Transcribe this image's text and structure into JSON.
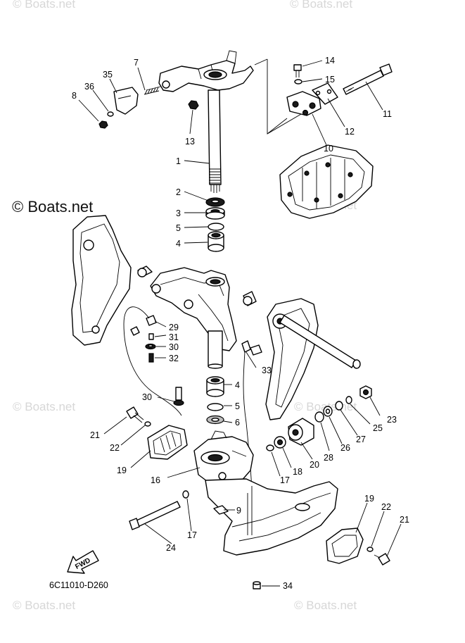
{
  "watermarks": {
    "main": "© Boats.net",
    "faint": "© Boats.net"
  },
  "diagram": {
    "reference_code": "6C11010-D260",
    "fwd_label": "FWD"
  },
  "callouts": [
    {
      "id": "c1",
      "label": "1"
    },
    {
      "id": "c2",
      "label": "2"
    },
    {
      "id": "c3",
      "label": "3"
    },
    {
      "id": "c4a",
      "label": "4"
    },
    {
      "id": "c4b",
      "label": "4"
    },
    {
      "id": "c5a",
      "label": "5"
    },
    {
      "id": "c5b",
      "label": "5"
    },
    {
      "id": "c6",
      "label": "6"
    },
    {
      "id": "c7",
      "label": "7"
    },
    {
      "id": "c8",
      "label": "8"
    },
    {
      "id": "c9",
      "label": "9"
    },
    {
      "id": "c10",
      "label": "10"
    },
    {
      "id": "c11",
      "label": "11"
    },
    {
      "id": "c12",
      "label": "12"
    },
    {
      "id": "c13",
      "label": "13"
    },
    {
      "id": "c14",
      "label": "14"
    },
    {
      "id": "c15",
      "label": "15"
    },
    {
      "id": "c16",
      "label": "16"
    },
    {
      "id": "c17a",
      "label": "17"
    },
    {
      "id": "c17b",
      "label": "17"
    },
    {
      "id": "c18",
      "label": "18"
    },
    {
      "id": "c19a",
      "label": "19"
    },
    {
      "id": "c19b",
      "label": "19"
    },
    {
      "id": "c20",
      "label": "20"
    },
    {
      "id": "c21a",
      "label": "21"
    },
    {
      "id": "c21b",
      "label": "21"
    },
    {
      "id": "c22a",
      "label": "22"
    },
    {
      "id": "c22b",
      "label": "22"
    },
    {
      "id": "c23",
      "label": "23"
    },
    {
      "id": "c24",
      "label": "24"
    },
    {
      "id": "c25",
      "label": "25"
    },
    {
      "id": "c26",
      "label": "26"
    },
    {
      "id": "c27",
      "label": "27"
    },
    {
      "id": "c28",
      "label": "28"
    },
    {
      "id": "c29",
      "label": "29"
    },
    {
      "id": "c30a",
      "label": "30"
    },
    {
      "id": "c30b",
      "label": "30"
    },
    {
      "id": "c31",
      "label": "31"
    },
    {
      "id": "c32",
      "label": "32"
    },
    {
      "id": "c33",
      "label": "33"
    },
    {
      "id": "c34",
      "label": "34"
    },
    {
      "id": "c35",
      "label": "35"
    },
    {
      "id": "c36",
      "label": "36"
    }
  ]
}
